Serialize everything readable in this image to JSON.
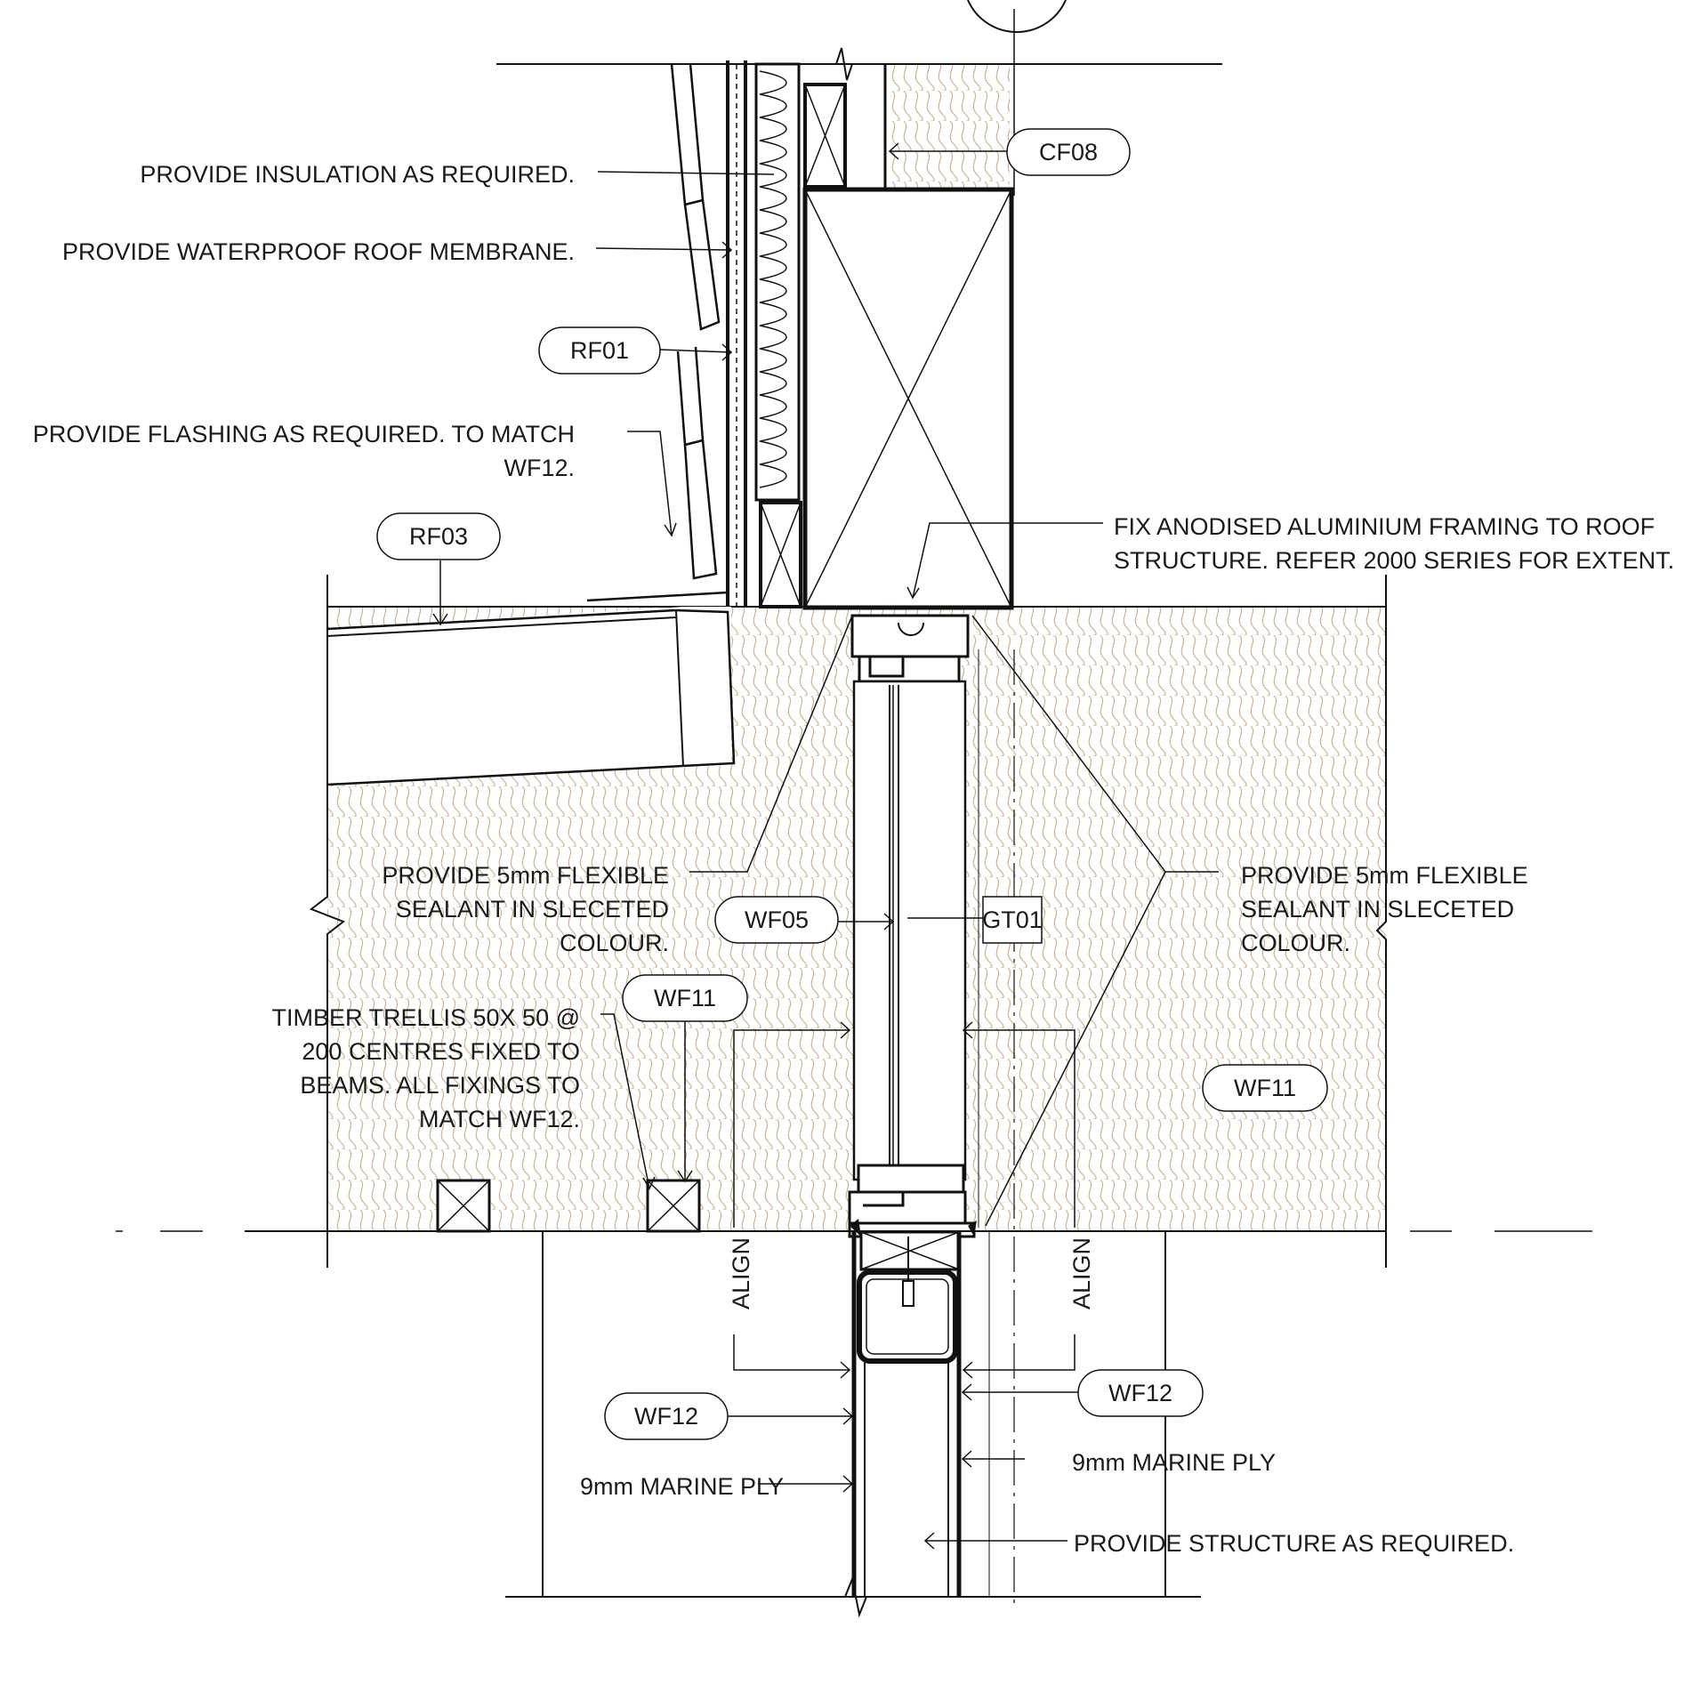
{
  "annotations": {
    "insulation": "PROVIDE INSULATION AS REQUIRED.",
    "membrane": "PROVIDE WATERPROOF ROOF MEMBRANE.",
    "flashing_1": "PROVIDE FLASHING AS REQUIRED. TO MATCH",
    "flashing_2": "WF12.",
    "framing_1": "FIX ANODISED ALUMINIUM FRAMING TO ROOF",
    "framing_2": "STRUCTURE. REFER 2000 SERIES FOR EXTENT.",
    "sealant_left_1": "PROVIDE 5mm FLEXIBLE",
    "sealant_left_2": "SEALANT IN SLECETED",
    "sealant_left_3": "COLOUR.",
    "sealant_right_1": "PROVIDE 5mm FLEXIBLE",
    "sealant_right_2": "SEALANT IN SLECETED",
    "sealant_right_3": "COLOUR.",
    "trellis_1": "TIMBER TRELLIS 50X 50 @",
    "trellis_2": "200 CENTRES FIXED TO",
    "trellis_3": "BEAMS. ALL FIXINGS TO",
    "trellis_4": "MATCH WF12.",
    "align_left": "ALIGN",
    "align_right": "ALIGN",
    "ply_left": "9mm MARINE PLY",
    "ply_right": "9mm MARINE PLY",
    "structure": "PROVIDE STRUCTURE AS REQUIRED."
  },
  "tags": {
    "cf08": "CF08",
    "rf01": "RF01",
    "rf03": "RF03",
    "wf05": "WF05",
    "gt01": "GT01",
    "wf11_left": "WF11",
    "wf11_right": "WF11",
    "wf12_left": "WF12",
    "wf12_right": "WF12"
  },
  "colors": {
    "line": "#111111",
    "hatch": "#c9b490",
    "fill": "#fbf7ef"
  }
}
